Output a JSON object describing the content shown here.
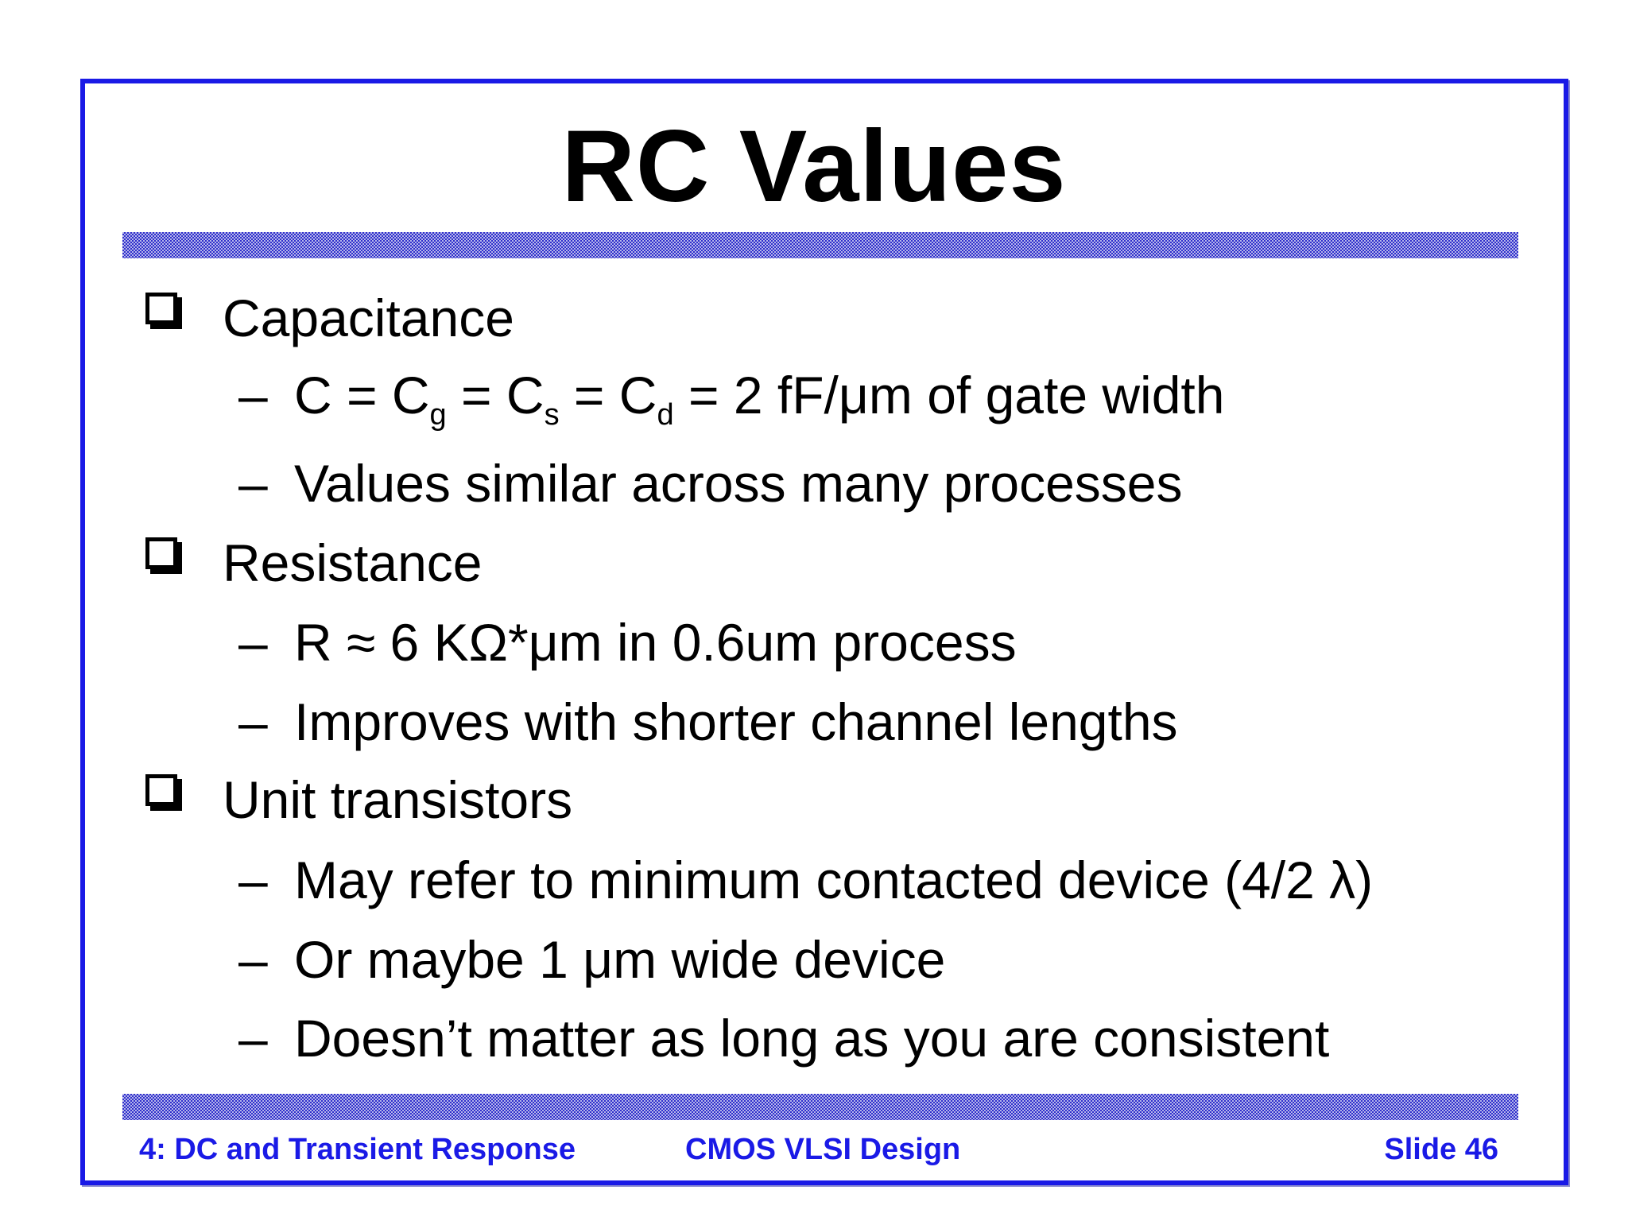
{
  "slide": {
    "title": "RC Values",
    "sections": [
      {
        "label": "Capacitance",
        "items": [
          {
            "parts": [
              "C = C",
              "g",
              " = C",
              "s",
              " = C",
              "d",
              " = 2 fF/μm of gate width"
            ]
          },
          {
            "text": "Values similar across many processes"
          }
        ]
      },
      {
        "label": "Resistance",
        "items": [
          {
            "text": "R ≈ 6 KΩ*μm in 0.6um process"
          },
          {
            "text": "Improves with shorter channel lengths"
          }
        ]
      },
      {
        "label": "Unit transistors",
        "items": [
          {
            "text": "May refer to minimum contacted device (4/2 λ)"
          },
          {
            "text": "Or maybe 1 μm wide device"
          },
          {
            "text": "Doesn’t matter as long as you are consistent"
          }
        ]
      }
    ],
    "dash": "–"
  },
  "footer": {
    "left": "4: DC and Transient Response",
    "center": "CMOS VLSI Design",
    "right": "Slide 46"
  },
  "colors": {
    "frame": "#1a1ae6",
    "footer_text": "#1a1ae6",
    "pattern": "#2f2fcc"
  },
  "icons": {
    "bullet": "checkbox-square-icon",
    "pattern_bar": "dotted-pattern-bar"
  }
}
